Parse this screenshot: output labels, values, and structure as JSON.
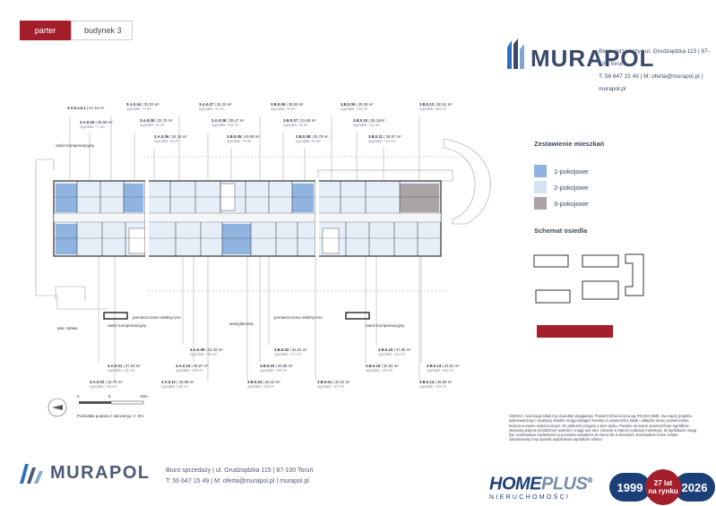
{
  "tabs": {
    "active": "parter",
    "other": "budynek 3"
  },
  "header": {
    "logo_word": "MURAPOL",
    "contact_line1": "Biuro sprzedaży | ul. Grudziądzka 115 | 87-100 Toruń",
    "contact_line2": "T: 56 647 15 49 | M: oferta@murapol.pl | murapol.pl"
  },
  "units_top": [
    {
      "id": "3.A.0.LU.1",
      "area": "67,15 m²",
      "garden": ""
    },
    {
      "id": "3.A.0.03",
      "area": "38,98 m²",
      "garden": "ogródek ~7 m²"
    },
    {
      "id": "3.A.0.04",
      "area": "32,03 m²",
      "garden": "ogródek ~7 m²"
    },
    {
      "id": "3.A.0.05",
      "area": "25,76 m²",
      "garden": "ogródek ~5 m²"
    },
    {
      "id": "3.A.0.06",
      "area": "34,19 m²",
      "garden": "ogródek ~6 m²"
    },
    {
      "id": "3.A.0.07",
      "area": "34,20 m²",
      "garden": "ogródek ~6 m²"
    },
    {
      "id": "3.A.0.08",
      "area": "39,47 m²",
      "garden": "ogródek ~10 m²"
    },
    {
      "id": "3.B.0.05",
      "area": "40,08 m²",
      "garden": "ogródek ~9 m²"
    },
    {
      "id": "3.B.0.06",
      "area": "35,69 m²",
      "garden": "ogródek ~9 m²"
    },
    {
      "id": "3.B.0.07",
      "area": "31,69 m²",
      "garden": "ogródek ~8 m²"
    },
    {
      "id": "3.B.0.08",
      "area": "25,79 m²",
      "garden": "ogródek ~5 m²"
    },
    {
      "id": "3.B.0.09",
      "area": "35,28 m²",
      "garden": "ogródek ~10 m²"
    },
    {
      "id": "3.B.0.10",
      "area": "35,15m²",
      "garden": "ogródek ~11 m²"
    },
    {
      "id": "3.B.0.11",
      "area": "38,87 m²",
      "garden": "ogródek ~12 m²"
    },
    {
      "id": "3.B.0.12",
      "area": "50,51 m²",
      "garden": "ogródek ~54 m²"
    }
  ],
  "units_bottom": [
    {
      "id": "3.A.0.01",
      "area": "37,53 m²",
      "garden": "ogródek ~31 m²"
    },
    {
      "id": "3.A.0.02",
      "area": "42,76 m²",
      "garden": "ogródek ~19 m²"
    },
    {
      "id": "3.A.0.09",
      "area": "33,40 m²",
      "garden": "ogródek ~19 m²"
    },
    {
      "id": "3.A.0.10",
      "area": "35,87 m²",
      "garden": "ogródek ~20 m²"
    },
    {
      "id": "3.A.0.11",
      "area": "29,98 m²",
      "garden": "ogródek ~18 m²"
    },
    {
      "id": "3.B.0.02",
      "area": "32,91 m²",
      "garden": "ogródek ~17 m²"
    },
    {
      "id": "3.B.0.03",
      "area": "35,88 m²",
      "garden": "ogródek ~20 m²"
    },
    {
      "id": "3.B.0.04",
      "area": "29,42 m²",
      "garden": "ogródek ~20 m²"
    },
    {
      "id": "3.B.0.01",
      "area": "32,02 m²",
      "garden": "ogródek ~17 m²"
    },
    {
      "id": "3.B.0.15",
      "area": "37,96 m²",
      "garden": "ogródek ~21 m²"
    },
    {
      "id": "3.B.0.16",
      "area": "32,84 m²",
      "garden": "ogródek ~20 m²"
    },
    {
      "id": "3.B.0.13",
      "area": "42,52 m²",
      "garden": "ogródek ~51 m²"
    },
    {
      "id": "3.B.0.14",
      "area": "35,58 m²",
      "garden": "ogródek ~19 m²"
    }
  ],
  "notes": {
    "otwor": "otwór kompensacyjny",
    "plac": "plac zabaw",
    "pom_el": "pomieszczenie elektryczne",
    "went": "wentylatornia",
    "scale_0": "0",
    "scale_5": "5",
    "scale_10": "10m",
    "scale_caption": "Podziałka podana z tolerancją +/- 5%"
  },
  "legend": {
    "title": "Zestawienie mieszkań",
    "items": [
      {
        "label": "1-pokojowe",
        "color": "#8fb4e0"
      },
      {
        "label": "2-pokojowe",
        "color": "#d4e4f4"
      },
      {
        "label": "3-pokojowe",
        "color": "#a9a3a5"
      }
    ]
  },
  "schemat_title": "Schemat osiedla",
  "uwaga": "UWAGA: Aranżacja lokali ma charakter poglądowy. Powierzchnia liczona wg PN-ISO 9836. Na etapie projektu wykonawczego i realizacji obiektu mogą wystąpić korekty w powierzchni lokali i układzie ścian, powierzchnia liczona w stanie wykończonym. Do obliczeń przyjęto 1,5cm tynku. Podane na karcie powierzchnie ogródków stanowią jedynie przybliżone wartości i mogą one ulec zmianie w trakcie realizacji inwestycji. W ogródkach mogą być realizowane nasadzenia w poziomie nasadzeń do ziemi lub w donicach. Eventualnie może zostać zastosowany inny sposób wydzielenia ogródków. Klienci",
  "footer": {
    "logo_word": "MURAPOL",
    "contact_line1": "Biuro sprzedaży | ul. Grudziądzka 115 | 87-100 Toruń",
    "contact_line2": "T: 56 647 15 49 | M: oferta@murapol.pl | murapol.pl",
    "homeplus_home": "HOME",
    "homeplus_plus": "PLUS",
    "homeplus_reg": "®",
    "homeplus_sub": "NIERUCHOMOŚCI",
    "year_start": "1999",
    "years_line1": "27 lat",
    "years_line2": "na rynku",
    "year_end": "2026"
  },
  "colors": {
    "brand_red": "#a41f2b",
    "brand_navy": "#1d3f77",
    "one_room": "#8fb4e0",
    "two_room": "#d4e4f4",
    "three_room": "#a9a3a5"
  }
}
